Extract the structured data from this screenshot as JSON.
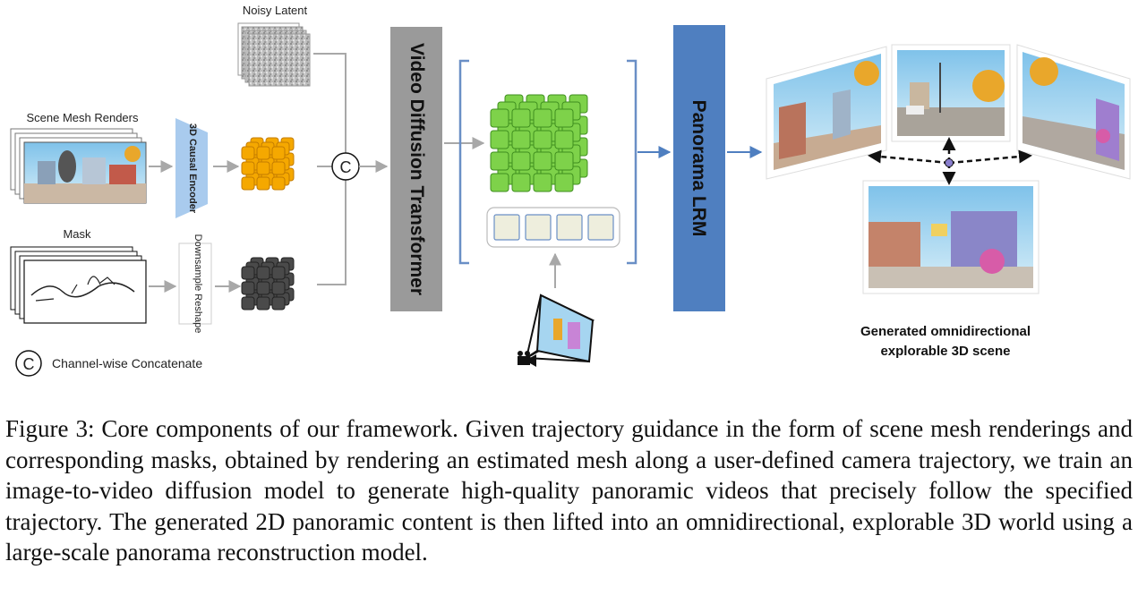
{
  "labels": {
    "noisy_latent": "Noisy Latent",
    "scene_mesh_renders": "Scene Mesh Renders",
    "mask": "Mask",
    "encoder": "3D Causal Encoder",
    "downsample": "Downsample Reshape",
    "concat_symbol": "C",
    "legend_concat": "Channel-wise Concatenate",
    "vdt": "Video Diffusion Transformer",
    "lrm": "Panorama LRM",
    "output_line1": "Generated omnidirectional",
    "output_line2": "explorable 3D scene"
  },
  "caption": "Figure 3: Core components of our framework. Given trajectory guidance in the form of scene mesh renderings and corresponding masks, obtained by rendering an estimated mesh along a user-defined camera trajectory, we train an image-to-video diffusion model to generate high-quality panoramic videos that precisely follow the specified trajectory. The generated 2D panoramic content is then lifted into an omnidirectional, explorable 3D world using a large-scale panorama reconstruction model.",
  "colors": {
    "arrow_gray": "#a8a8a8",
    "encoder_blue": "#a9cbee",
    "cube_orange": "#f5a800",
    "cube_gray": "#4a4a4a",
    "cube_green": "#7ed24a",
    "vdt_gray": "#9a9a9a",
    "lrm_blue": "#4f7fc0",
    "bracket_blue": "#6a8fc6",
    "token_fill": "#eeeedd"
  }
}
